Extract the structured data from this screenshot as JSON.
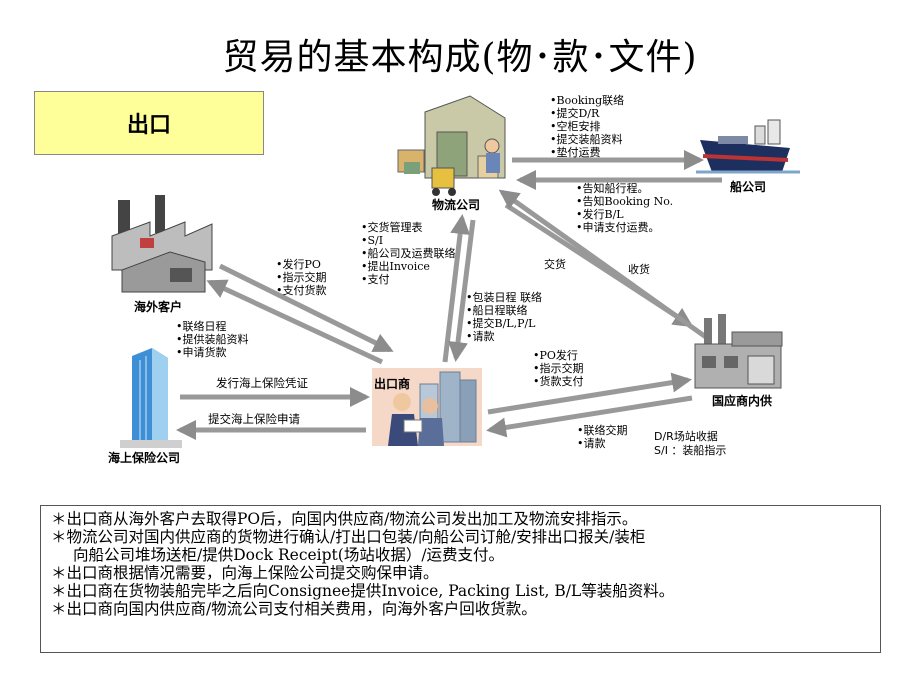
{
  "title": "贸易的基本构成(物･款･文件)",
  "export_label": "出口",
  "nodes": {
    "logistics": "物流公司",
    "shipping": "船公司",
    "overseas": "海外客户",
    "exporter": "出口商",
    "supplier": "国应商内供",
    "insurance": "海上保险公司"
  },
  "notes": {
    "logistics_to_ship": [
      "•Booking联络",
      "•提交D/R",
      "•空柜安排",
      "•提交装船资料",
      "•垫付运费"
    ],
    "ship_to_logistics": [
      "•告知船行程。",
      "•告知Booking No.",
      "•发行B/L",
      "•申请支付运费。"
    ],
    "exporter_to_logistics": [
      "•交货管理表",
      "•S/I",
      "•船公司及运费联络",
      "•提出Invoice",
      "•支付"
    ],
    "logistics_to_exporter": [
      "•包装日程 联络",
      "•船日程联络",
      "•提交B/L,P/L",
      "•请款"
    ],
    "exporter_to_overseas": [
      "•发行PO",
      "•指示交期",
      "•支付货款"
    ],
    "overseas_to_exporter": [
      "•联络日程",
      "•提供装船资料",
      "•申请货款"
    ],
    "exporter_to_supplier": [
      "•PO发行",
      "•指示交期",
      "•货款支付"
    ],
    "supplier_to_exporter": [
      "•联络交期",
      "•请款"
    ],
    "delivery": "交货",
    "receive": "收货",
    "supplier_docs": [
      "D/R场站收据",
      "S/I ：装船指示"
    ],
    "insurance_issue": "发行海上保险凭证",
    "insurance_submit": "提交海上保险申请"
  },
  "summary": [
    "＊出口商从海外客户去取得PO后，向国内供应商/物流公司发出加工及物流安排指示。",
    "＊物流公司对国内供应商的货物进行确认/打出口包装/向船公司订舱/安排出口报关/装柜",
    "向船公司堆场送柜/提供Dock Receipt(场站收据）/运费支付。",
    "＊出口商根据情况需要，向海上保险公司提交购保申请。",
    "＊出口商在货物装船完毕之后向Consignee提供Invoice, Packing List, B/L等装船资料。",
    "＊出口商向国内供应商/物流公司支付相关费用，向海外客户回收货款。"
  ]
}
